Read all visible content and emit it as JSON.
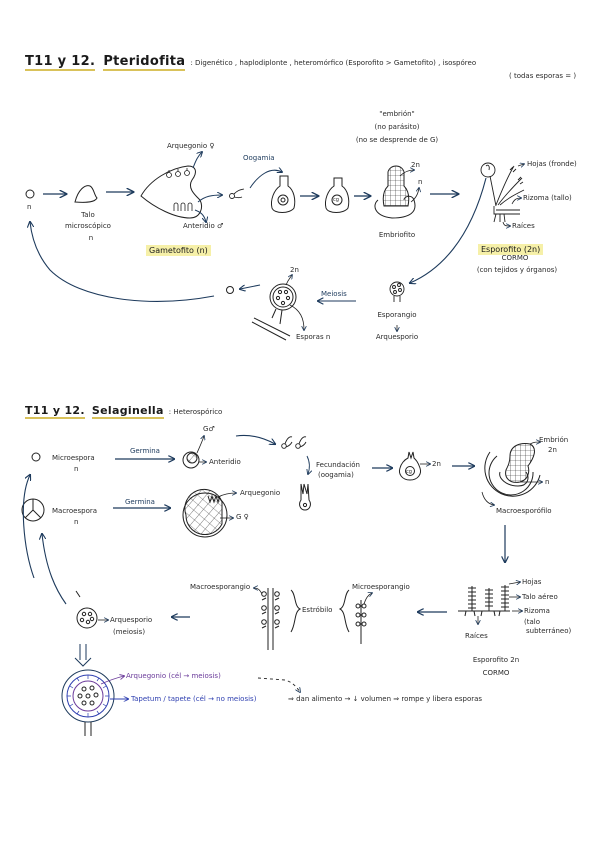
{
  "section1": {
    "title_prefix": "T11 y 12.",
    "title": "Pteridofita",
    "subtitle": ": Digenético , haplodiplonte , heteromórfico (Esporofito > Gametofito) , isospóreo",
    "subtitle2": "( todas esporas = )",
    "labels": {
      "spore_n": "n",
      "talo": "Talo",
      "microscopico": "microscópico",
      "talo_n": "n",
      "arquegonio": "Arquegonio ♀",
      "anteridio": "Anteridio ♂",
      "gametofito": "Gametofito (n)",
      "oogamia": "Oogamia",
      "embrion_quote": "\"embrión\"",
      "no_parasito": "(no parásito)",
      "no_desprende": "(no se desprende de G)",
      "emb_2n": "2n",
      "emb_n": "n",
      "embriofito": "Embriofito",
      "hojas": "Hojas (fronde)",
      "rizoma": "Rizoma (tallo)",
      "raices": "Raíces",
      "esporofito": "Esporofito (2n)",
      "cormo": "CORMO",
      "con_tejidos": "(con tejidos y órganos)",
      "meiosis": "Meiosis",
      "esporangio": "Esporangio",
      "arquesporio": "Arquesporio",
      "sporangium_2n": "2n",
      "esporas_n": "Esporas n",
      "zygote": "cg"
    }
  },
  "section2": {
    "title_prefix": "T11 y 12.",
    "title": "Selaginella",
    "subtitle": ": Heterospórico",
    "labels": {
      "microespora": "Microespora",
      "micro_n": "n",
      "macroespora": "Macroespora",
      "macro_n": "n",
      "germina1": "Germina",
      "germina2": "Germina",
      "g_male": "G♂",
      "anteridio": "Anteridio",
      "arquegonio": "Arquegonio",
      "g_female": "G ♀",
      "fecundacion": "Fecundación",
      "oogamia": "(oogamia)",
      "zyg_2n": "2n",
      "zygote": "cg",
      "embrion": "Embrión",
      "embrion_2n": "2n",
      "emb_n": "n",
      "macroesporofilo": "Macroesporófilo",
      "hojas": "Hojas",
      "talo_aereo": "Talo aéreo",
      "rizoma": "Rizoma",
      "talo_subterraneo1": "(talo",
      "talo_subterraneo2": "subterráneo)",
      "raices": "Raíces",
      "esporofito": "Esporofito 2n",
      "cormo": "CORMO",
      "macrosporangio": "Macroesporangio",
      "microsporangio": "Microesporangio",
      "estrobilo": "Estróbilo",
      "arquesporio": "Arquesporio",
      "meiosis": "(meiosis)",
      "arquegonio_cels": "Arquegonio (cél → meiosis)",
      "tapetum": "Tapetum / tapete (cél → no meiosis)",
      "dan_alimento": "⇒ dan alimento → ↓ volumen ⇒ rompe y libera esporas"
    }
  },
  "colors": {
    "ink": "#1f1f1f",
    "arrow": "#1d3a5c",
    "highlight": "#f6f0a8",
    "underline": "#d9c25a",
    "purple": "#6a3a9a",
    "blue": "#2e3fb0"
  }
}
